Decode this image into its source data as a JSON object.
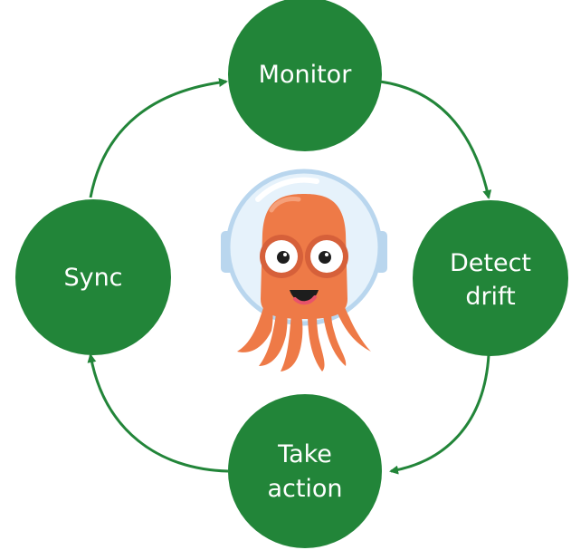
{
  "diagram": {
    "nodes": [
      {
        "id": "monitor",
        "lines": [
          "Monitor"
        ]
      },
      {
        "id": "detect-drift",
        "lines": [
          "Detect",
          "drift"
        ]
      },
      {
        "id": "take-action",
        "lines": [
          "Take",
          "action"
        ]
      },
      {
        "id": "sync",
        "lines": [
          "Sync"
        ]
      }
    ],
    "edges": [
      {
        "from": "monitor",
        "to": "detect-drift"
      },
      {
        "from": "detect-drift",
        "to": "take-action"
      },
      {
        "from": "take-action",
        "to": "sync"
      },
      {
        "from": "sync",
        "to": "monitor"
      }
    ],
    "colors": {
      "node_fill": "#228539",
      "edge": "#228539",
      "label": "#ffffff",
      "mascot_body": "#ee7a47",
      "mascot_shade": "#d6603a",
      "helmet": "#e6f2fb",
      "helmet_rim": "#b9d6ee"
    },
    "center_icon": "octopus-astronaut-mascot"
  }
}
